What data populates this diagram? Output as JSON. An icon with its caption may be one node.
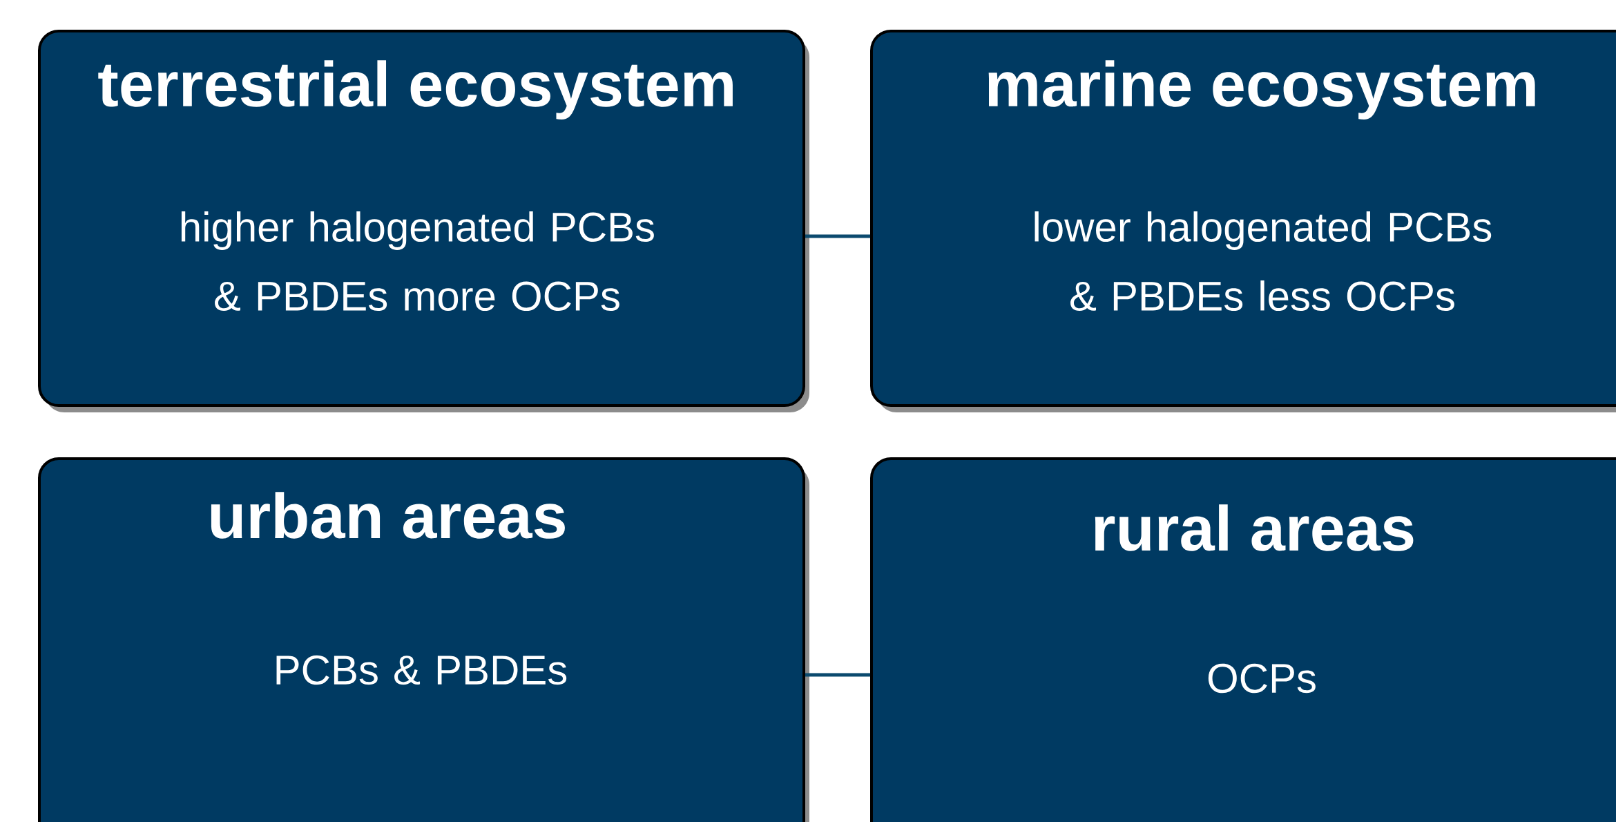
{
  "diagram": {
    "nodes": [
      {
        "text": [
          "terrestrial ecosystem",
          "higher halogenated PCBs & PBDEs more OCPs"
        ]
      },
      {
        "text": [
          "marine ecosystem",
          "lower halogenated PCBs & PBDEs less OCPs"
        ]
      },
      {
        "text": [
          "urban areas",
          "PCBs & PBDEs"
        ]
      },
      {
        "text": [
          "rural areas",
          "OCPs"
        ]
      }
    ],
    "edges": [
      {
        "from": 0,
        "to": 1,
        "arrow": "none"
      },
      {
        "from": 2,
        "to": 3,
        "arrow": "none"
      }
    ]
  }
}
